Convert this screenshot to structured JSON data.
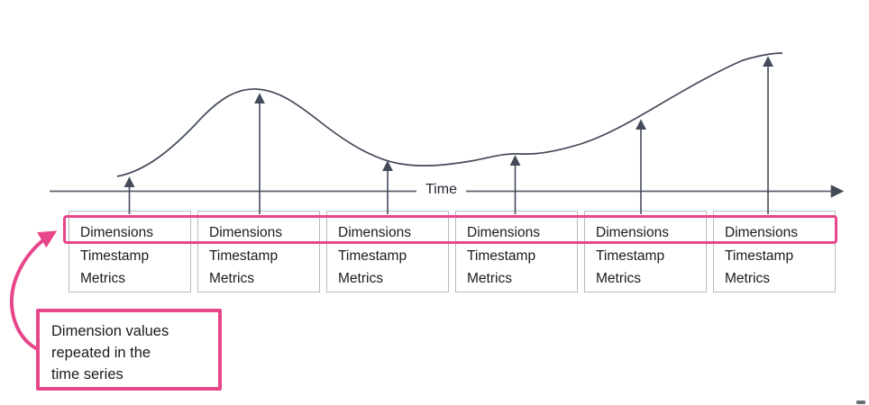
{
  "diagram": {
    "title_hint": "Time series records with repeated dimension values",
    "axis_label": "Time",
    "record_count": 6,
    "record_fields": [
      "Dimensions",
      "Timestamp",
      "Metrics"
    ],
    "annotation_lines": [
      "Dimension values",
      "repeated in the",
      "time series"
    ],
    "colors": {
      "accent_pink": "#e8468b",
      "line_dark": "#434a59",
      "box_border": "#b6bac2",
      "text": "#1b1b1b"
    }
  }
}
